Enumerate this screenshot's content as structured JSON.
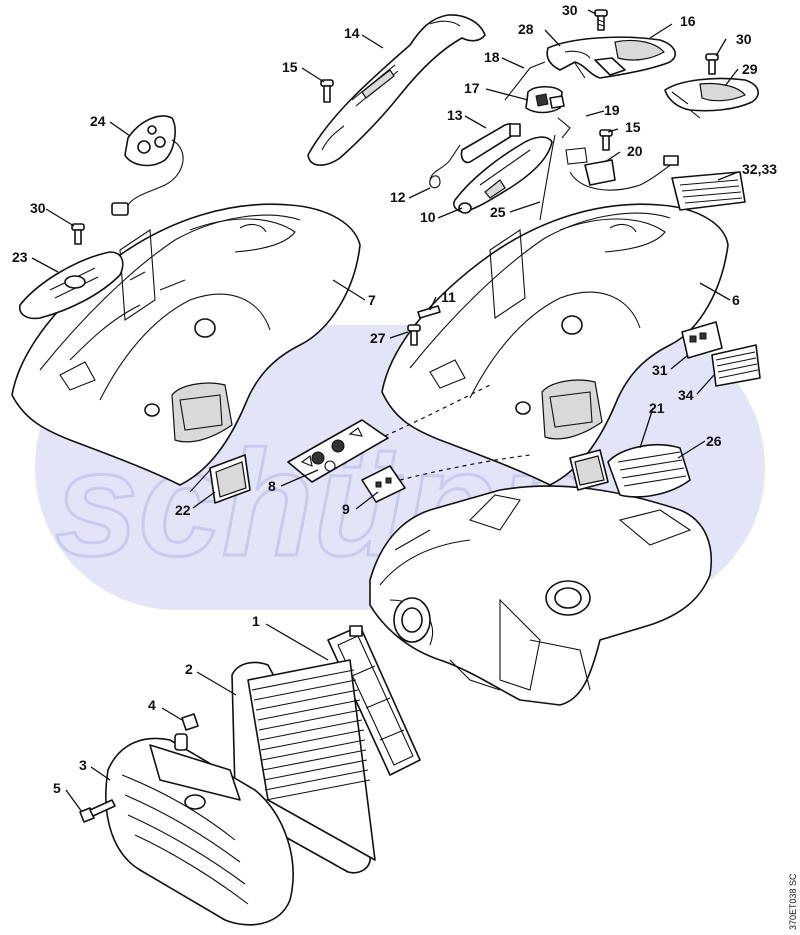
{
  "watermark": "schüpp",
  "drawing_code": "370ET038 SC",
  "colors": {
    "watermark_band": "#e3e4f7",
    "line": "#111111"
  },
  "callouts": [
    "1",
    "2",
    "3",
    "4",
    "5",
    "6",
    "7",
    "8",
    "9",
    "10",
    "11",
    "12",
    "13",
    "14",
    "15",
    "15",
    "16",
    "17",
    "18",
    "19",
    "20",
    "21",
    "22",
    "23",
    "24",
    "25",
    "26",
    "27",
    "28",
    "29",
    "30",
    "30",
    "30",
    "30",
    "31",
    "32,33",
    "34"
  ]
}
